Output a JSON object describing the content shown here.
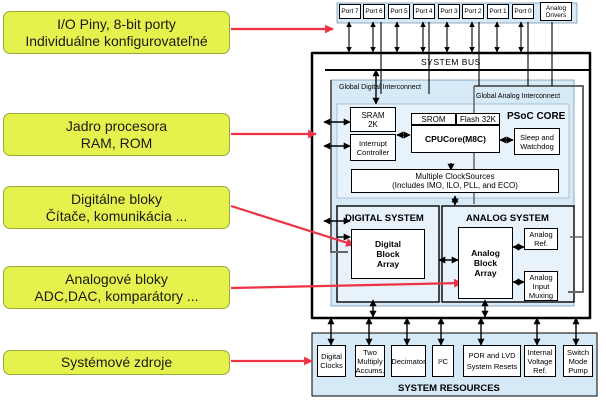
{
  "callouts": [
    {
      "lines": [
        "I/O Piny, 8-bit porty",
        "Individuálne konfigurovateľné"
      ]
    },
    {
      "lines": [
        "Jadro procesora",
        "RAM, ROM"
      ]
    },
    {
      "lines": [
        "Digitálne bloky",
        "Čítače, komunikácia ..."
      ]
    },
    {
      "lines": [
        "Analogové bloky",
        "ADC,DAC, komparátory ..."
      ]
    },
    {
      "lines": [
        "Systémové zdroje"
      ]
    }
  ],
  "ports": [
    "Port 7",
    "Port 6",
    "Port 5",
    "Port 4",
    "Port 3",
    "Port 2",
    "Port 1",
    "Port 0"
  ],
  "analog_drivers": [
    "Analog",
    "Drivers"
  ],
  "system_bus": "SYSTEM BUS",
  "global_digital": "Global Digital Interconnect",
  "global_analog": "Global Analog Interconnect",
  "core": {
    "title": "PSoC CORE",
    "sram": [
      "SRAM",
      "2K"
    ],
    "srom": "SROM",
    "flash": "Flash 32K",
    "cpu": "CPUCore(M8C)",
    "interrupt": [
      "Interrupt",
      "Controller"
    ],
    "sleep": [
      "Sleep and",
      "Watchdog"
    ],
    "clocks": [
      "Multiple ClockSources",
      "(Includes IMO, ILO, PLL, and ECO)"
    ]
  },
  "digital_system": {
    "title": "DIGITAL  SYSTEM",
    "block": [
      "Digital",
      "Block",
      "Array"
    ]
  },
  "analog_system": {
    "title": "ANALOG  SYSTEM",
    "block": [
      "Analog",
      "Block",
      "Array"
    ],
    "ref": [
      "Analog",
      "Ref."
    ],
    "muxing": [
      "Analog",
      "Input",
      "Muxing"
    ]
  },
  "resources": {
    "title": "SYSTEM RESOURCES",
    "items": [
      [
        "Digital",
        "Clocks"
      ],
      [
        "Two",
        "Multiply",
        "Accums."
      ],
      [
        "Decimator"
      ],
      [
        "I²C"
      ],
      [
        "POR and LVD",
        "System Resets"
      ],
      [
        "Internal",
        "Voltage",
        "Ref."
      ],
      [
        "Switch",
        "Mode",
        "Pump"
      ]
    ]
  },
  "colors": {
    "callout": "#e5f24d",
    "panel": "#d6e9f7",
    "arrow": "#ee3344",
    "border": "#000000"
  }
}
